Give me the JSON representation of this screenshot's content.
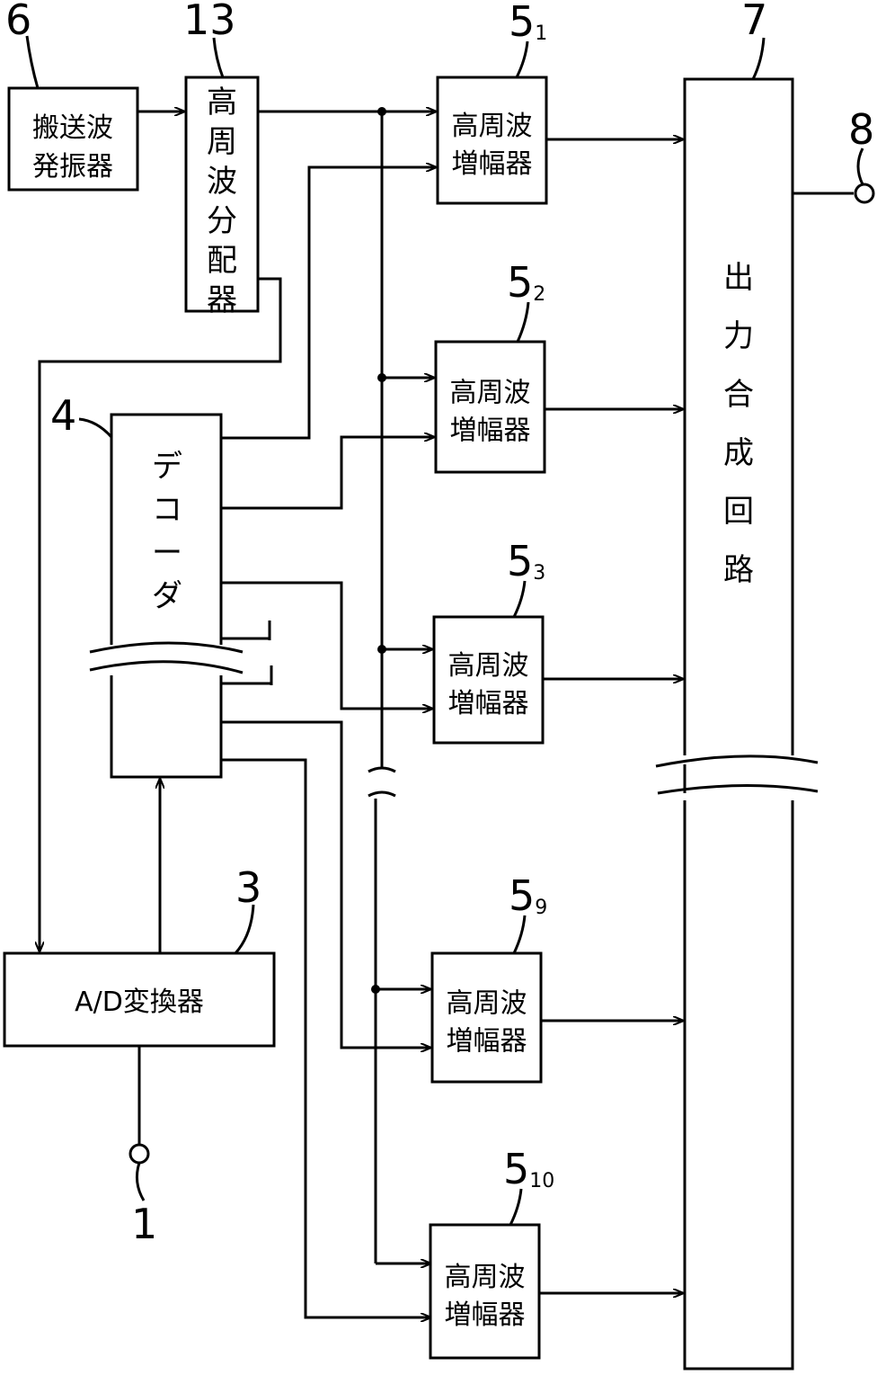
{
  "blocks": {
    "carrier_osc": {
      "line1": "搬送波",
      "line2": "発振器",
      "ref": "6"
    },
    "hf_divider": {
      "label": "高周波分配器",
      "ref": "13"
    },
    "decoder": {
      "label": "デコーダ",
      "ref": "4"
    },
    "ad_converter": {
      "label": "A/D変換器",
      "ref": "3"
    },
    "output_combiner": {
      "label": "出力合成回路",
      "ref": "7"
    },
    "output_terminal": {
      "ref": "8"
    },
    "input_terminal": {
      "ref": "1"
    }
  },
  "amplifiers": [
    {
      "ref": "5",
      "sub": "1",
      "line1": "高周波",
      "line2": "増幅器"
    },
    {
      "ref": "5",
      "sub": "2",
      "line1": "高周波",
      "line2": "増幅器"
    },
    {
      "ref": "5",
      "sub": "3",
      "line1": "高周波",
      "line2": "増幅器"
    },
    {
      "ref": "5",
      "sub": "9",
      "line1": "高周波",
      "line2": "増幅器"
    },
    {
      "ref": "5",
      "sub": "10",
      "line1": "高周波",
      "line2": "増幅器"
    }
  ]
}
